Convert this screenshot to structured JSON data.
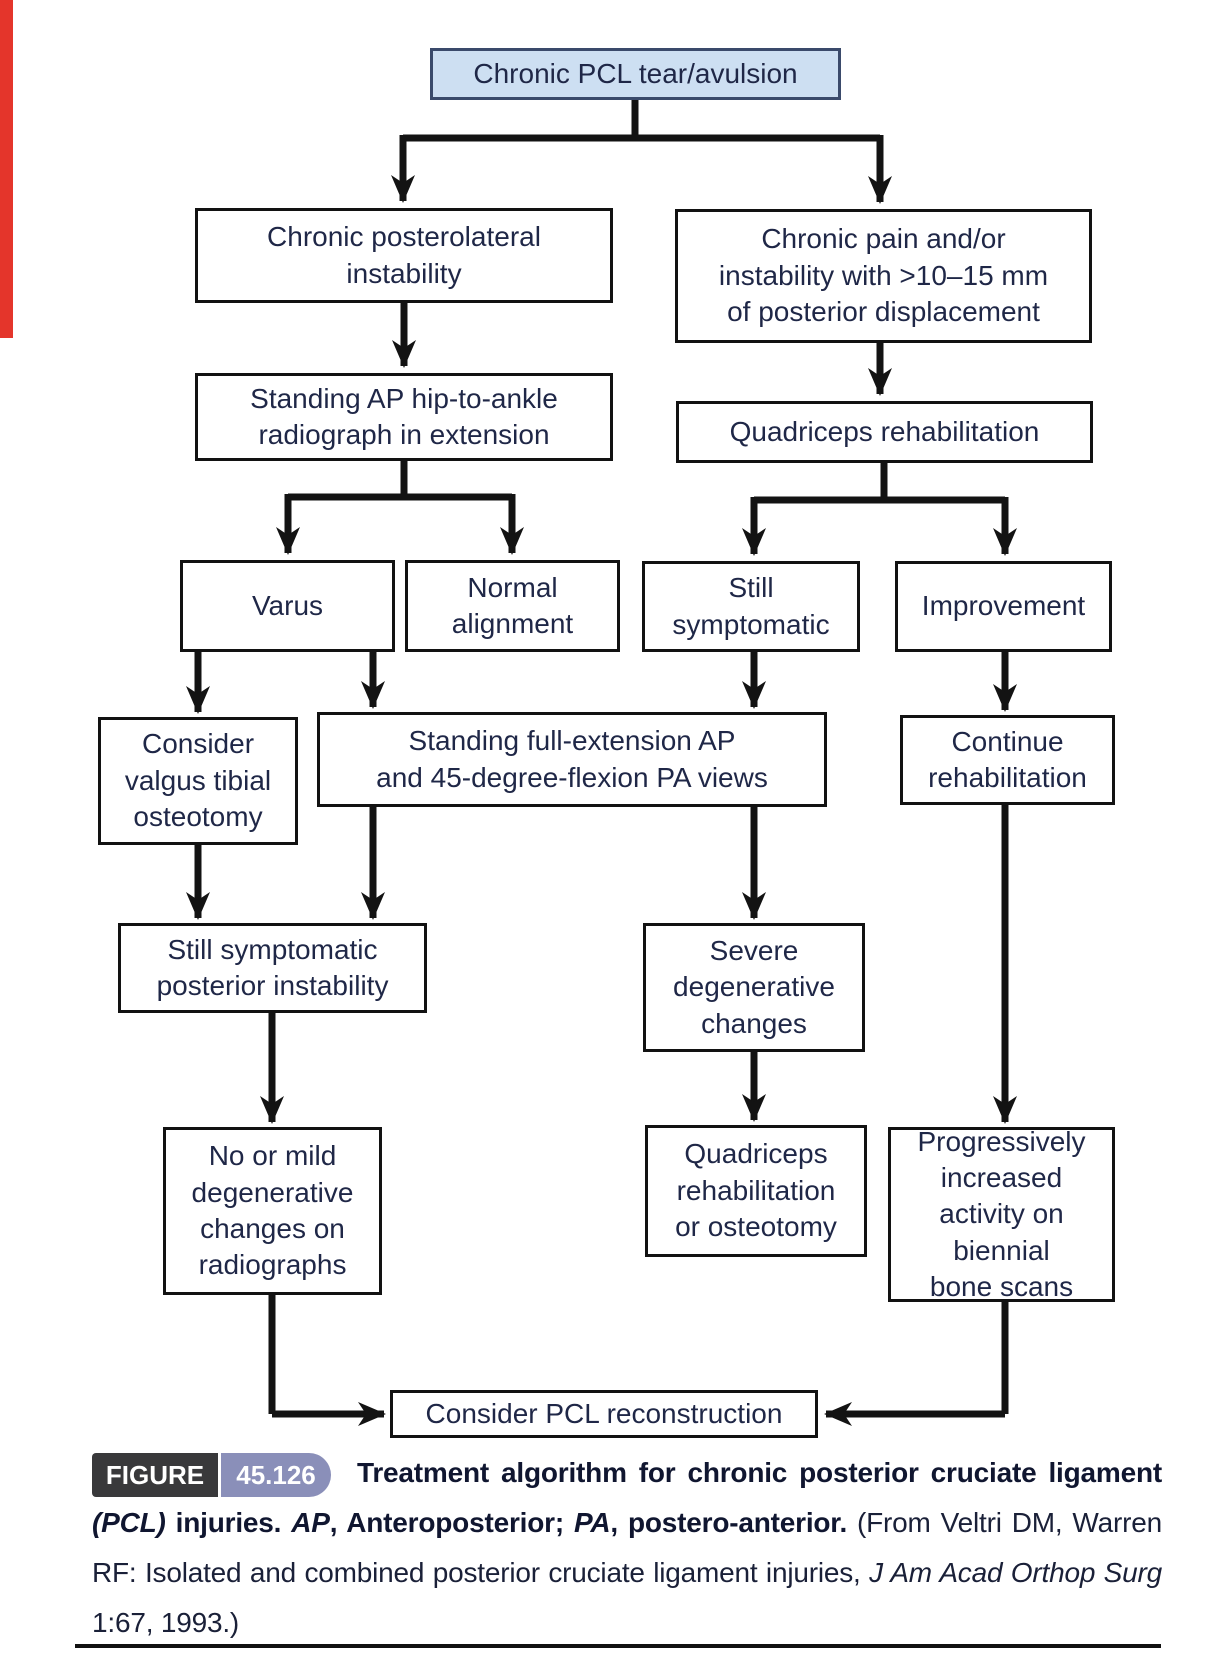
{
  "figure": {
    "label": "FIGURE",
    "number": "45.126",
    "caption_runs": [
      "Treatment algorithm for chronic posterior cruciate ligament ",
      "(PCL)",
      " injuries. ",
      "AP",
      ", Anteroposterior; ",
      "PA",
      ", postero-anterior.  ",
      "(From Veltri DM, Warren RF: Isolated and combined posterior cruciate ligament injuries, ",
      "J Am Acad Orthop Surg",
      " 1:67, 1993.)"
    ]
  },
  "flowchart": {
    "nodes": [
      {
        "id": "chronic-pcl-tear",
        "label": "Chronic PCL tear/avulsion"
      },
      {
        "id": "chronic-posterolateral-instability",
        "label": "Chronic posterolateral\ninstability"
      },
      {
        "id": "chronic-pain-instability",
        "label": "Chronic pain and/or\ninstability with >10–15 mm\nof posterior displacement"
      },
      {
        "id": "standing-ap-hip-to-ankle",
        "label": "Standing AP hip-to-ankle\nradiograph in extension"
      },
      {
        "id": "quadriceps-rehabilitation",
        "label": "Quadriceps rehabilitation"
      },
      {
        "id": "varus",
        "label": "Varus"
      },
      {
        "id": "normal-alignment",
        "label": "Normal\nalignment"
      },
      {
        "id": "still-symptomatic",
        "label": "Still\nsymptomatic"
      },
      {
        "id": "improvement",
        "label": "Improvement"
      },
      {
        "id": "consider-valgus-tibial-osteotomy",
        "label": "Consider\nvalgus tibial\nosteotomy"
      },
      {
        "id": "standing-full-extension-views",
        "label": "Standing full-extension AP\nand 45-degree-flexion PA views"
      },
      {
        "id": "continue-rehabilitation",
        "label": "Continue\nrehabilitation"
      },
      {
        "id": "still-symptomatic-posterior-instability",
        "label": "Still symptomatic\nposterior instability"
      },
      {
        "id": "severe-degenerative-changes",
        "label": "Severe\ndegenerative\nchanges"
      },
      {
        "id": "no-or-mild-degenerative-changes",
        "label": "No or mild\ndegenerative\nchanges on\nradiographs"
      },
      {
        "id": "quadriceps-rehabilitation-or-osteotomy",
        "label": "Quadriceps\nrehabilitation\nor osteotomy"
      },
      {
        "id": "progressively-increased-activity",
        "label": "Progressively\nincreased\nactivity on\nbiennial\nbone scans"
      },
      {
        "id": "consider-pcl-reconstruction",
        "label": "Consider PCL reconstruction"
      }
    ]
  },
  "colors": {
    "highlight_box_fill": "#cddff2",
    "box_border": "#121212",
    "arrow_line": "#131313",
    "node_text": "#1f2747",
    "figure_tag_bg": "#39393b",
    "figure_number_bg": "#8a8fb9",
    "accent_red_strip": "#e4352b"
  }
}
